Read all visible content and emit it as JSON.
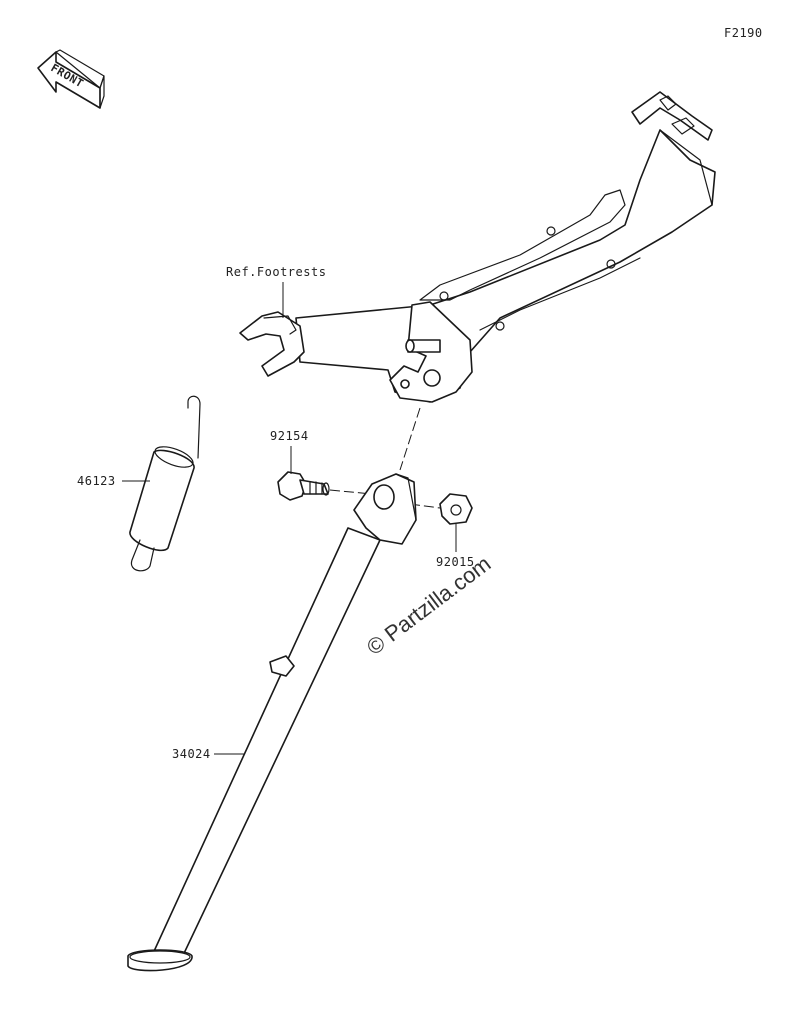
{
  "figure_code": "F2190",
  "front_label": "FRONT",
  "ref_label": "Ref.Footrests",
  "parts": [
    {
      "number": "46123",
      "name": "spring"
    },
    {
      "number": "92154",
      "name": "bolt"
    },
    {
      "number": "92015",
      "name": "nut"
    },
    {
      "number": "34024",
      "name": "side-stand"
    }
  ],
  "watermark": "© Partzilla.com",
  "icons": {
    "front_arrow": "front-arrow-icon"
  }
}
